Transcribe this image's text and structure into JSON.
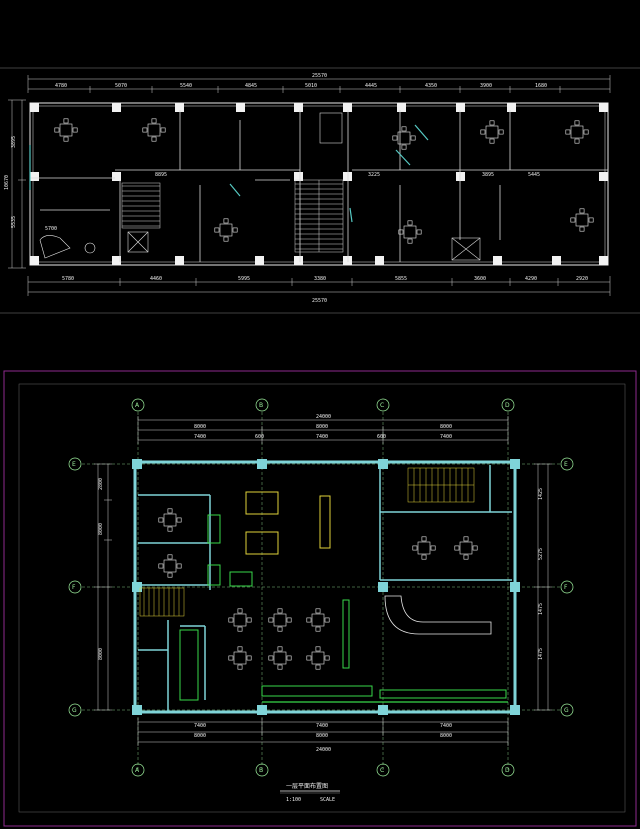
{
  "plan1": {
    "total_dim_top": "25570",
    "total_dim_bottom": "25570",
    "top_dims": [
      "4780",
      "5070",
      "5540",
      "4845",
      "5010",
      "4445",
      "4350",
      "3900",
      "1680"
    ],
    "bottom_dims": [
      "5780",
      "4460",
      "5995",
      "3380",
      "5855",
      "3600",
      "4290",
      "2920"
    ],
    "left_dims": [
      "3895",
      "5535"
    ],
    "left_total": "10670",
    "inner_dims": [
      "8895",
      "5700",
      "3225",
      "3895",
      "5445"
    ]
  },
  "plan2": {
    "top_total": "24000",
    "top_sub": [
      "8000",
      "8000",
      "8000"
    ],
    "top_small": [
      "7400",
      "600",
      "7400",
      "600",
      "7400"
    ],
    "bottom_total": "24000",
    "bottom_sub": [
      "8000",
      "8000",
      "8000"
    ],
    "bottom_small": [
      "7400",
      "7400",
      "7400"
    ],
    "left_dims": [
      "2800",
      "8000",
      "8000"
    ],
    "right_dims": [
      "1425",
      "5275",
      "1475",
      "1475"
    ],
    "axis_top": [
      "A",
      "B",
      "C",
      "D"
    ],
    "axis_side": [
      "E",
      "F",
      "G"
    ],
    "title": "一层平面布置图",
    "scale": "1:100",
    "scale_label": "SCALE"
  },
  "colors": {
    "wall": "#7fd4d8",
    "line": "#e8e8e8",
    "green": "#38d84a",
    "yellow": "#e0d23a",
    "frame_magenta": "#8e2a8e"
  }
}
